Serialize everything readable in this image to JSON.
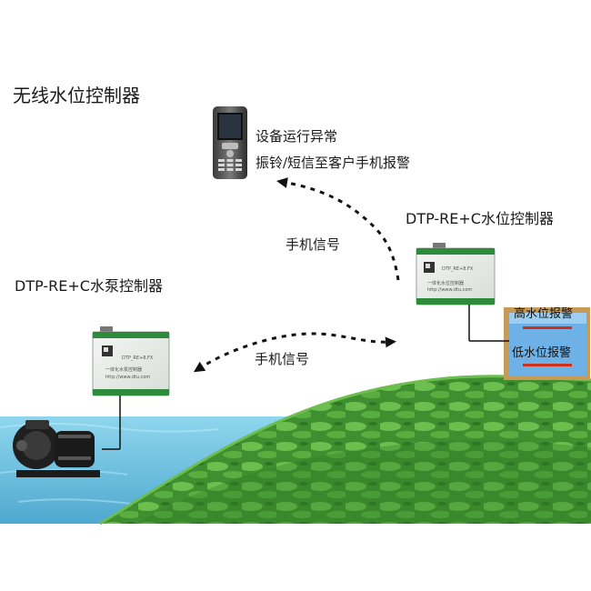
{
  "title": "无线水位控制器",
  "phone_notice": {
    "line1": "设备运行异常",
    "line2": "振铃/短信至客户手机报警"
  },
  "level_controller": {
    "label": "DTP-RE+C水位控制器"
  },
  "pump_controller": {
    "label": "DTP-RE+C水泵控制器"
  },
  "signal_labels": [
    "手机信号",
    "手机信号"
  ],
  "tank": {
    "high_label": "高水位报警",
    "low_label": "低水位报警"
  },
  "colors": {
    "water": "#6ec3df",
    "grass_light": "#5cb346",
    "grass_dark": "#2f7a26",
    "tank_frame": "#c79a55",
    "tank_water": "#6eb1e6",
    "alarm_line": "#d0301a",
    "arrow": "#111111"
  }
}
